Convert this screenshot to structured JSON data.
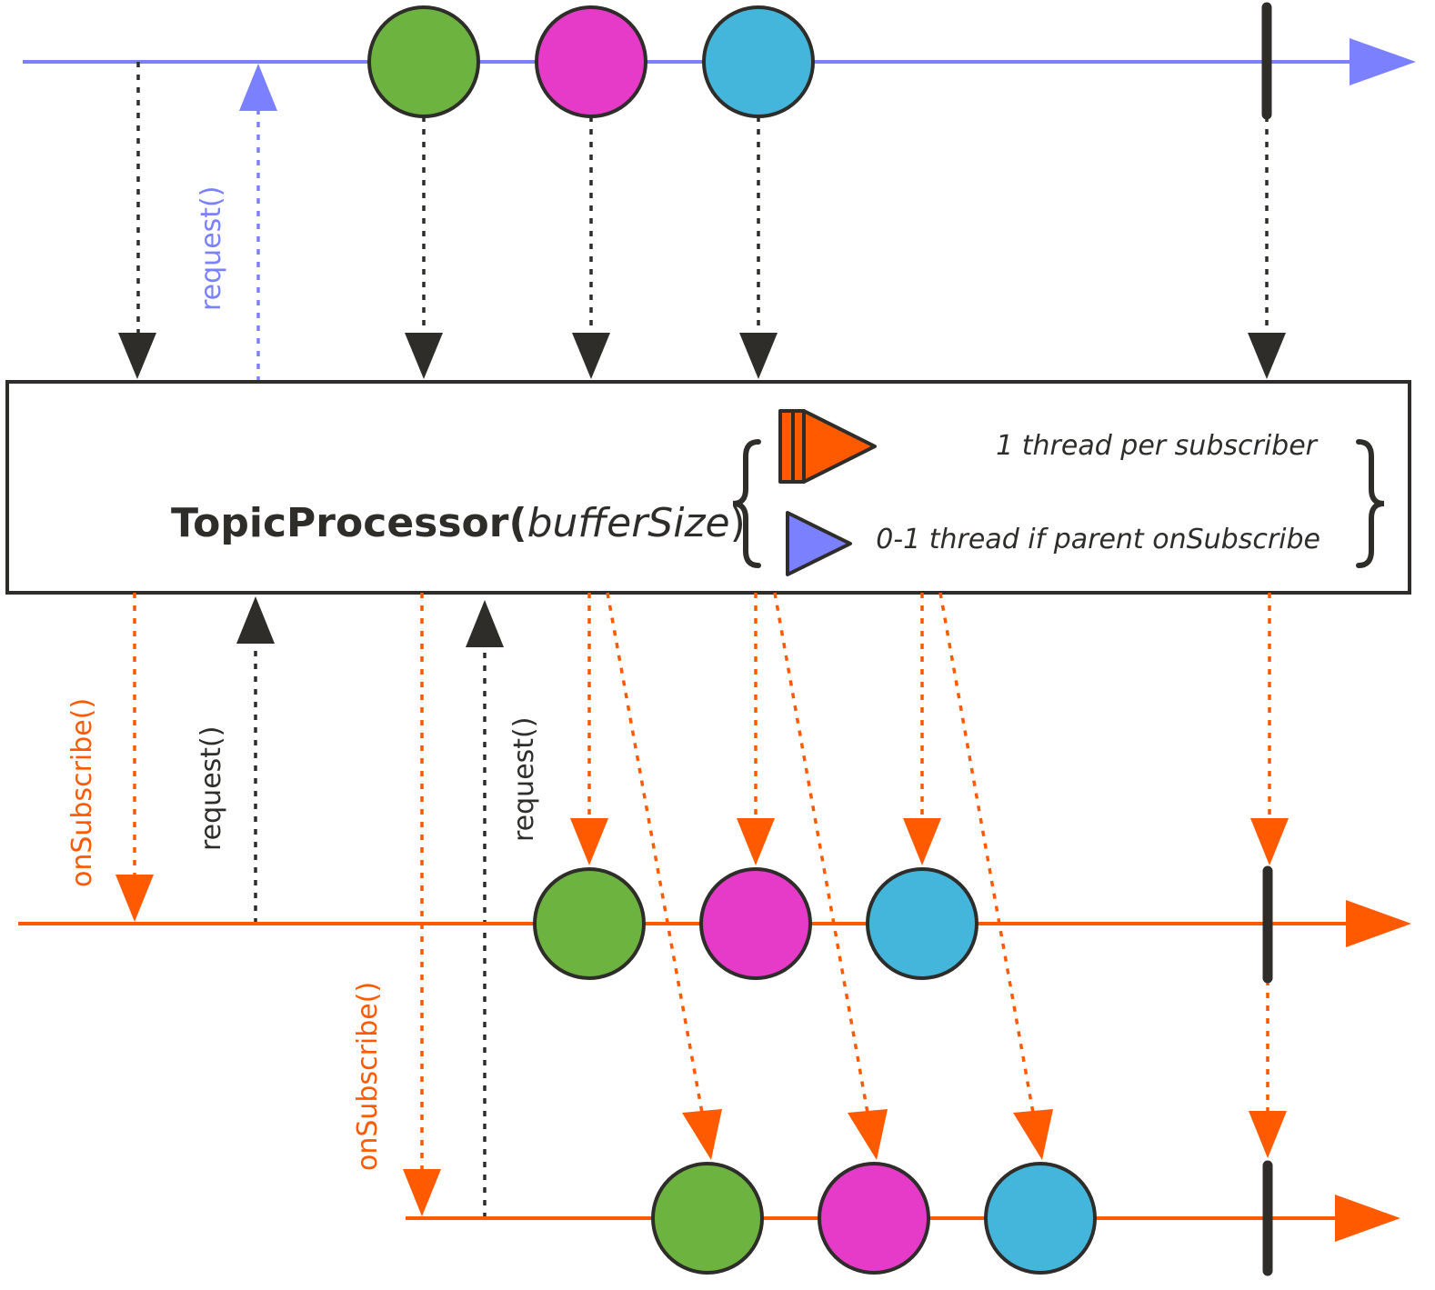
{
  "colors": {
    "upstream": "#7b80ff",
    "downstream": "#ff5a00",
    "dark": "#2f2d2a",
    "green": "#6db33f",
    "magenta": "#e63ac9",
    "cyan": "#44b6dc",
    "box_stroke": "#2f2d2a",
    "box_fill": "#ffffff"
  },
  "processor": {
    "name": "TopicProcessor(",
    "param": "bufferSize",
    "close": ")"
  },
  "legend": {
    "multi_thread": "1 thread per subscriber",
    "single_thread": "0-1 thread if parent onSubscribe",
    "multi_thread_icon": "triple-play-icon",
    "single_thread_icon": "play-icon"
  },
  "labels": {
    "upstream_request": "request()",
    "sub1_onsubscribe": "onSubscribe()",
    "sub1_request": "request()",
    "sub2_onsubscribe": "onSubscribe()",
    "sub2_request": "request()"
  },
  "marbles": {
    "upstream": [
      "green",
      "magenta",
      "cyan"
    ],
    "subscriber1": [
      "green",
      "magenta",
      "cyan"
    ],
    "subscriber2": [
      "green",
      "magenta",
      "cyan"
    ]
  }
}
